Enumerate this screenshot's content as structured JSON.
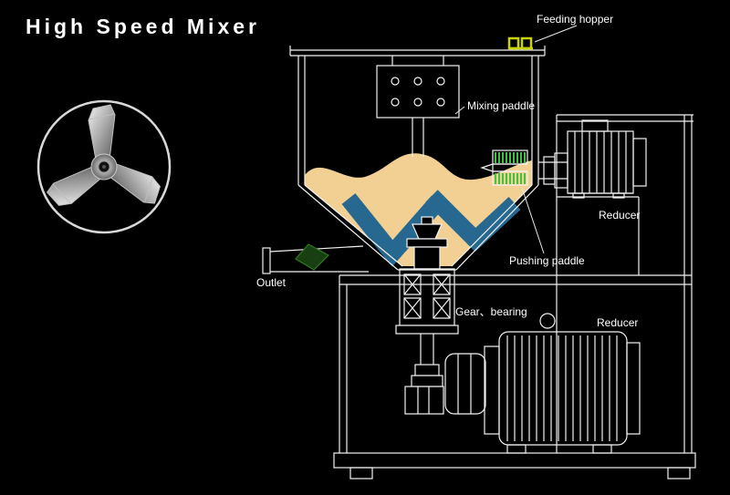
{
  "title": "High Speed Mixer",
  "labels": {
    "feeding_hopper": "Feeding hopper",
    "mixing_paddle": "Mixing paddle",
    "reducer_top": "Reducer",
    "pushing_paddle": "Pushing paddle",
    "gear_bearing": "Gear、bearing",
    "reducer_bottom": "Reducer",
    "outlet": "Outlet"
  },
  "colors": {
    "background": "#000000",
    "line": "#f2f2f2",
    "material_fill": "#f2cf92",
    "paddle_blue": "#26688f",
    "hatch_green": "#3ec43e",
    "hopper_marker_green": "#c8d400"
  }
}
